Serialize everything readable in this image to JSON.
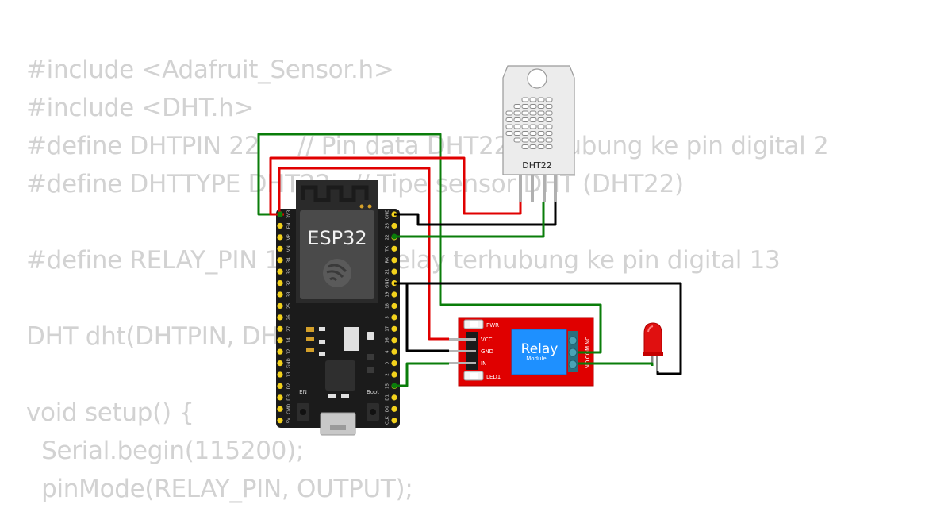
{
  "code": {
    "lines": [
      "#include <Adafruit_Sensor.h>",
      "#include <DHT.h>",
      "#define DHTPIN 22     // Pin data DHT22 terhubung ke pin digital 2",
      "#define DHTTYPE DHT22   // Tipe sensor DHT (DHT22)",
      "",
      "#define RELAY_PIN 13   // Pin relay terhubung ke pin digital 13",
      "",
      "DHT dht(DHTPIN, DHTTYPE);",
      "",
      "void setup() {",
      "  Serial.begin(115200);",
      "  pinMode(RELAY_PIN, OUTPUT);"
    ]
  },
  "esp32": {
    "title": "ESP32",
    "en_label": "EN",
    "boot_label": "Boot",
    "left_pins": [
      "3V3",
      "EN",
      "VP",
      "VN",
      "34",
      "35",
      "32",
      "33",
      "25",
      "26",
      "27",
      "14",
      "12",
      "GND",
      "13",
      "D2",
      "D3",
      "CMD",
      "5V"
    ],
    "right_pins": [
      "GND",
      "23",
      "22",
      "TX",
      "RX",
      "21",
      "GND",
      "19",
      "18",
      "5",
      "17",
      "16",
      "4",
      "0",
      "2",
      "15",
      "D1",
      "D0",
      "CLK"
    ]
  },
  "dht22": {
    "label": "DHT22"
  },
  "relay": {
    "title": "Relay",
    "subtitle": "Module",
    "pwr_label": "PWR",
    "led_label": "LED1",
    "pins": [
      "VCC",
      "GND",
      "IN"
    ],
    "terminals": [
      "NC",
      "COM",
      "NO"
    ]
  },
  "led": {
    "color": "red"
  },
  "colors": {
    "wire_green": "#0a7d0a",
    "wire_red": "#e00000",
    "wire_black": "#000000",
    "board": "#1b1b1b",
    "relay_pcb": "#e00000",
    "relay_body": "#1e90ff",
    "pin_yellow": "#f3d21c",
    "terminal_teal": "#4aa3b5"
  }
}
